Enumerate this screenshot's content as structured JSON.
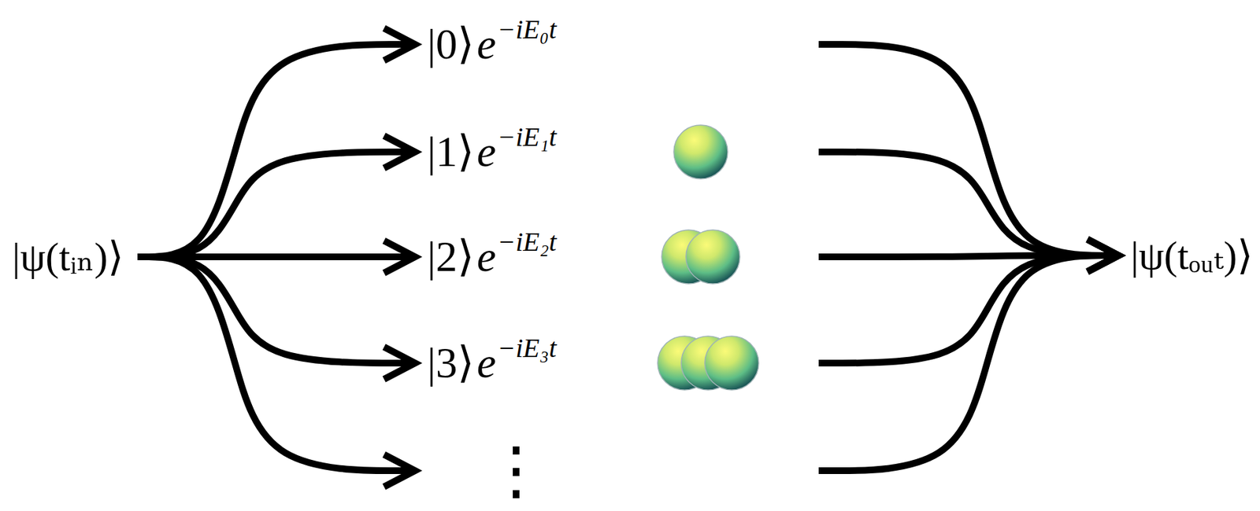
{
  "diagram": {
    "nodes": [
      {
        "text": [
          "|ψ(tᵢₙ)⟩"
        ]
      },
      {
        "text": [
          "|0⟩",
          "e",
          "−iE₀t"
        ]
      },
      {
        "text": [
          "|1⟩",
          "e",
          "−iE₁t"
        ]
      },
      {
        "text": [
          "|2⟩",
          "e",
          "−iE₂t"
        ]
      },
      {
        "text": [
          "|3⟩",
          "e",
          "−iE₃t"
        ]
      },
      {
        "text": [
          "⋮"
        ]
      },
      {
        "text": [
          "|ψ(tₒᵤₜ)⟩"
        ]
      }
    ],
    "edges": [
      {
        "from": 0,
        "to": 1,
        "arrow": "to"
      },
      {
        "from": 0,
        "to": 2,
        "arrow": "to"
      },
      {
        "from": 0,
        "to": 3,
        "arrow": "to"
      },
      {
        "from": 0,
        "to": 4,
        "arrow": "to"
      },
      {
        "from": 0,
        "to": 5,
        "arrow": "to"
      },
      {
        "from": 1,
        "to": 6,
        "arrow": "to"
      },
      {
        "from": 2,
        "to": 6,
        "arrow": "to"
      },
      {
        "from": 3,
        "to": 6,
        "arrow": "to"
      },
      {
        "from": 4,
        "to": 6,
        "arrow": "to"
      },
      {
        "from": 5,
        "to": 6,
        "arrow": "to"
      }
    ]
  }
}
